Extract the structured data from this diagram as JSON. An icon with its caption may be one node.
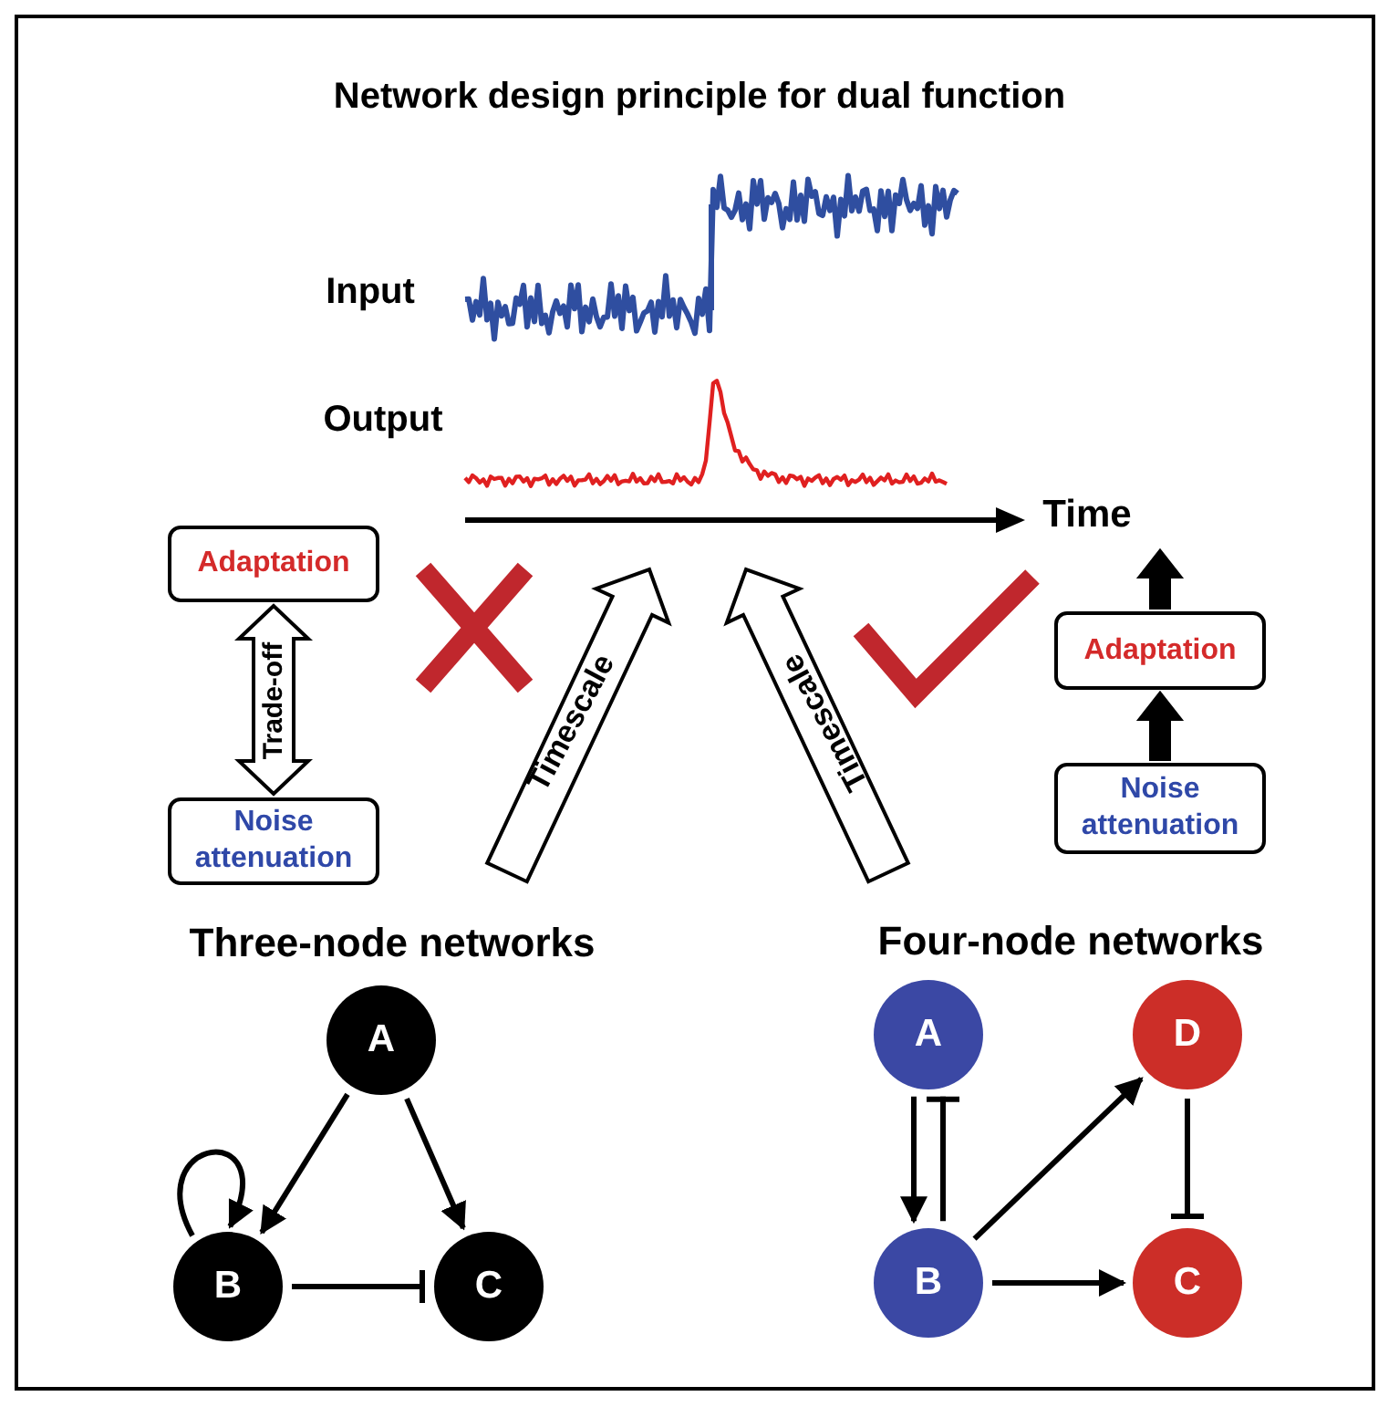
{
  "diagram": {
    "title": "Network design principle for dual function",
    "nodes": [
      {
        "text": [
          "Adaptation"
        ]
      },
      {
        "text": [
          "Noise attenuation"
        ]
      },
      {
        "text": [
          "Adaptation"
        ]
      },
      {
        "text": [
          "Noise attenuation"
        ]
      },
      {
        "text": [
          "A"
        ]
      },
      {
        "text": [
          "B"
        ]
      },
      {
        "text": [
          "C"
        ]
      },
      {
        "text": [
          "A"
        ]
      },
      {
        "text": [
          "B"
        ]
      },
      {
        "text": [
          "C"
        ]
      },
      {
        "text": [
          "D"
        ]
      }
    ],
    "edges": [
      {
        "from": 0,
        "to": 1,
        "arrow": "both",
        "label": "Trade-off",
        "style": "thick"
      },
      {
        "from": 3,
        "to": 2,
        "arrow": "to",
        "style": "thick"
      },
      {
        "from": 2,
        "to": null,
        "arrow": "to",
        "style": "thick"
      },
      {
        "from": 4,
        "to": 5,
        "arrow": "to"
      },
      {
        "from": 4,
        "to": 6,
        "arrow": "to"
      },
      {
        "from": 5,
        "to": 5,
        "arrow": "to"
      },
      {
        "from": 5,
        "to": 6,
        "arrow": "other"
      },
      {
        "from": 7,
        "to": 8,
        "arrow": "to"
      },
      {
        "from": 8,
        "to": 7,
        "arrow": "other"
      },
      {
        "from": 8,
        "to": 10,
        "arrow": "to"
      },
      {
        "from": 8,
        "to": 9,
        "arrow": "to"
      },
      {
        "from": 10,
        "to": 9,
        "arrow": "other"
      }
    ],
    "labels": [
      "Input",
      "Output",
      "Time",
      "Timescale",
      "Timescale",
      "Three-node networks",
      "Four-node networks"
    ]
  }
}
